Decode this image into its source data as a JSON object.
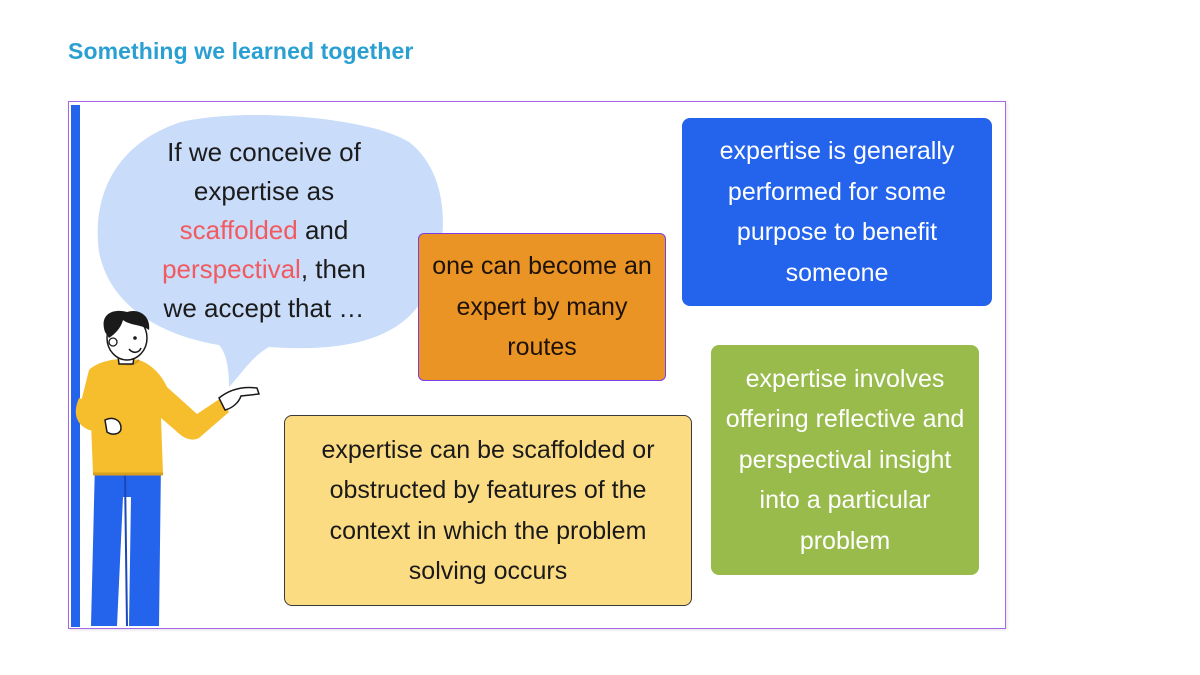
{
  "header": {
    "title": "Something we learned together"
  },
  "bubble": {
    "line1": "If we conceive of",
    "line2": "expertise as",
    "highlight1": "scaffolded",
    "and_word": " and",
    "highlight2": "perspectival",
    "then_word": ", then",
    "line5": "we accept that …"
  },
  "cards": {
    "orange": "one can become an expert by many routes",
    "blue": "expertise is generally performed for some purpose to benefit someone",
    "yellow": "expertise can be scaffolded or obstructed by features of the context in which the problem solving occurs",
    "green": "expertise involves offering reflective and perspectival insight into a particular problem"
  },
  "colors": {
    "title": "#2aa0d2",
    "slide_border": "#a566e8",
    "bubble": "#c9dcfa",
    "highlight": "#f15a60",
    "orange_card": "#e99425",
    "blue_card": "#2463eb",
    "yellow_card": "#fcdc83",
    "green_card": "#98bb4c",
    "left_bar": "#2463eb"
  },
  "icons": {
    "illustration": "presenting-person-icon"
  }
}
